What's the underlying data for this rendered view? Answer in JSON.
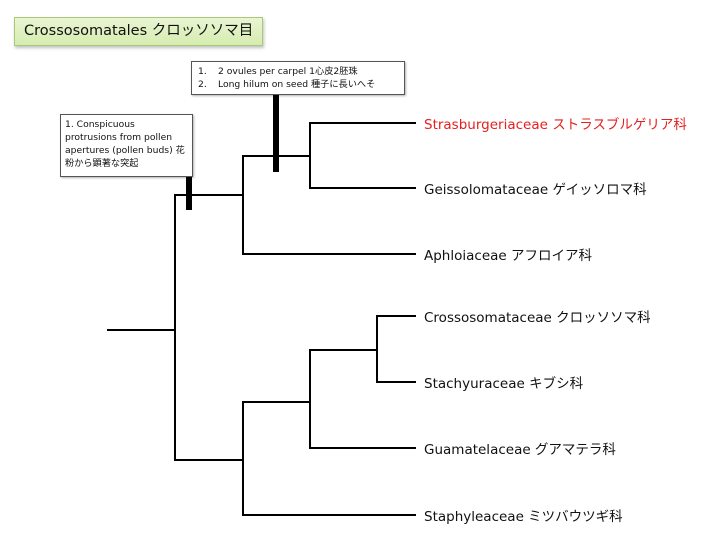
{
  "title": "Crossosomatales クロッソソマ目",
  "notes": {
    "upper": {
      "items": [
        {
          "num": "1.",
          "text": "2 ovules per carpel 1心皮2胚珠"
        },
        {
          "num": "2.",
          "text": "Long hilum on seed 種子に長いへそ"
        }
      ]
    },
    "lower": {
      "text": "1. Conspicuous protrusions from pollen apertures (pollen buds)  花粉から顕著な突起"
    }
  },
  "taxa": [
    {
      "name": "Strasburgeriaceae ストラスブルゲリア科",
      "highlight": true
    },
    {
      "name": "Geissolomataceae ゲイッソロマ科",
      "highlight": false
    },
    {
      "name": "Aphloiaceae アフロイア科",
      "highlight": false
    },
    {
      "name": "Crossosomataceae クロッソソマ科",
      "highlight": false
    },
    {
      "name": "Stachyuraceae キブシ科",
      "highlight": false
    },
    {
      "name": "Guamatelaceae グアマテラ科",
      "highlight": false
    },
    {
      "name": "Staphyleaceae ミツバウツギ科",
      "highlight": false
    }
  ],
  "colors": {
    "highlight": "#e41f1f",
    "branch": "#000000",
    "title_bg": "#dcefbb"
  }
}
